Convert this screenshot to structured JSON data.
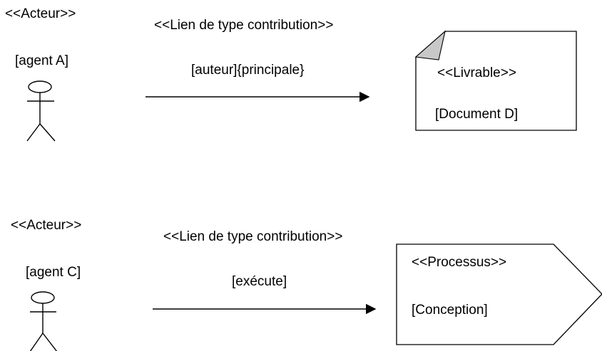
{
  "diagram1": {
    "actor": {
      "stereotype": "<<Acteur>>",
      "name": "[agent A]"
    },
    "link": {
      "stereotype": "<<Lien de type contribution>>",
      "label": "[auteur]{principale}"
    },
    "target": {
      "stereotype": "<<Livrable>>",
      "name": "[Document D]"
    }
  },
  "diagram2": {
    "actor": {
      "stereotype": "<<Acteur>>",
      "name": "[agent C]"
    },
    "link": {
      "stereotype": "<<Lien de type contribution>>",
      "label": "[exécute]"
    },
    "target": {
      "stereotype": "<<Processus>>",
      "name": "[Conception]"
    }
  },
  "colors": {
    "stroke": "#000000",
    "fold": "#c8c8c8",
    "background": "#ffffff"
  }
}
